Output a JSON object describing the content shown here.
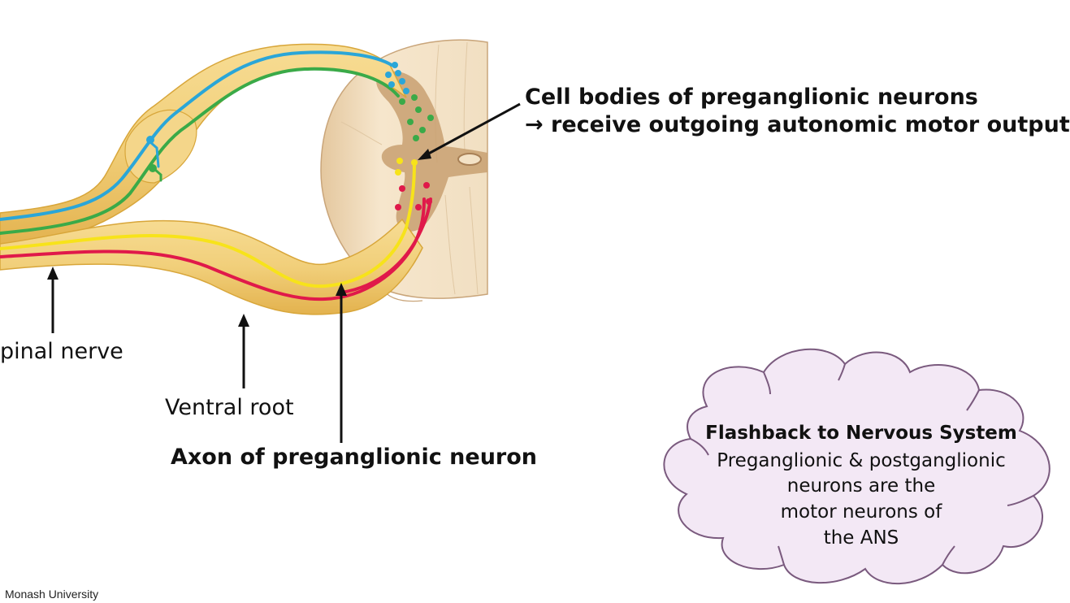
{
  "labels": {
    "cell_bodies_line1": "Cell bodies of preganglionic neurons",
    "cell_bodies_line2": "→ receive outgoing autonomic motor output",
    "spinal_nerve": "pinal nerve",
    "ventral_root": "Ventral root",
    "axon": "Axon of preganglionic neuron"
  },
  "callout": {
    "title": "Flashback to Nervous System",
    "body_lines": [
      "Preganglionic & postganglionic",
      "neurons are the",
      "motor neurons of",
      "the ANS"
    ]
  },
  "footer": {
    "text": "Monash University"
  },
  "colors": {
    "nerve_fill": "#f2d184",
    "nerve_edge": "#d8a63a",
    "cord_fill": "#f3e2c6",
    "gray_matter": "#c49b6c",
    "blue_fiber": "#2aa6d8",
    "green_fiber": "#3aaa48",
    "yellow_fiber": "#f7e31a",
    "red_fiber": "#e0194a",
    "cloud_fill": "#f3e8f5",
    "cloud_stroke": "#7a5a7e"
  }
}
